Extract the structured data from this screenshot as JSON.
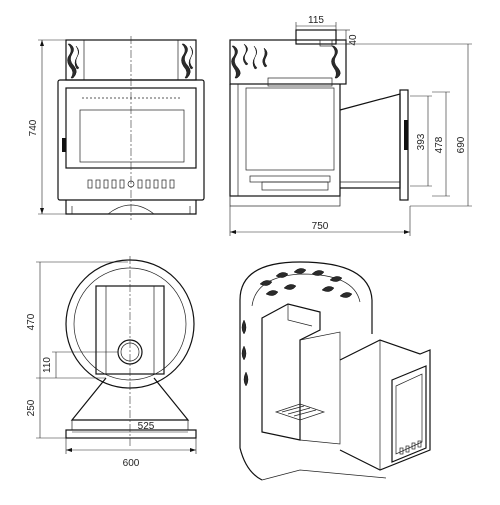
{
  "dimensions": {
    "front_height": "740",
    "side_width": "750",
    "side_top_offset": "115",
    "side_top_gap": "40",
    "side_door_height": "393",
    "side_tunnel_height": "478",
    "side_total_height": "690",
    "back_upper_height": "470",
    "back_pipe_height": "110",
    "back_leg_height": "250",
    "back_inner_width": "525",
    "back_base_width": "600"
  }
}
